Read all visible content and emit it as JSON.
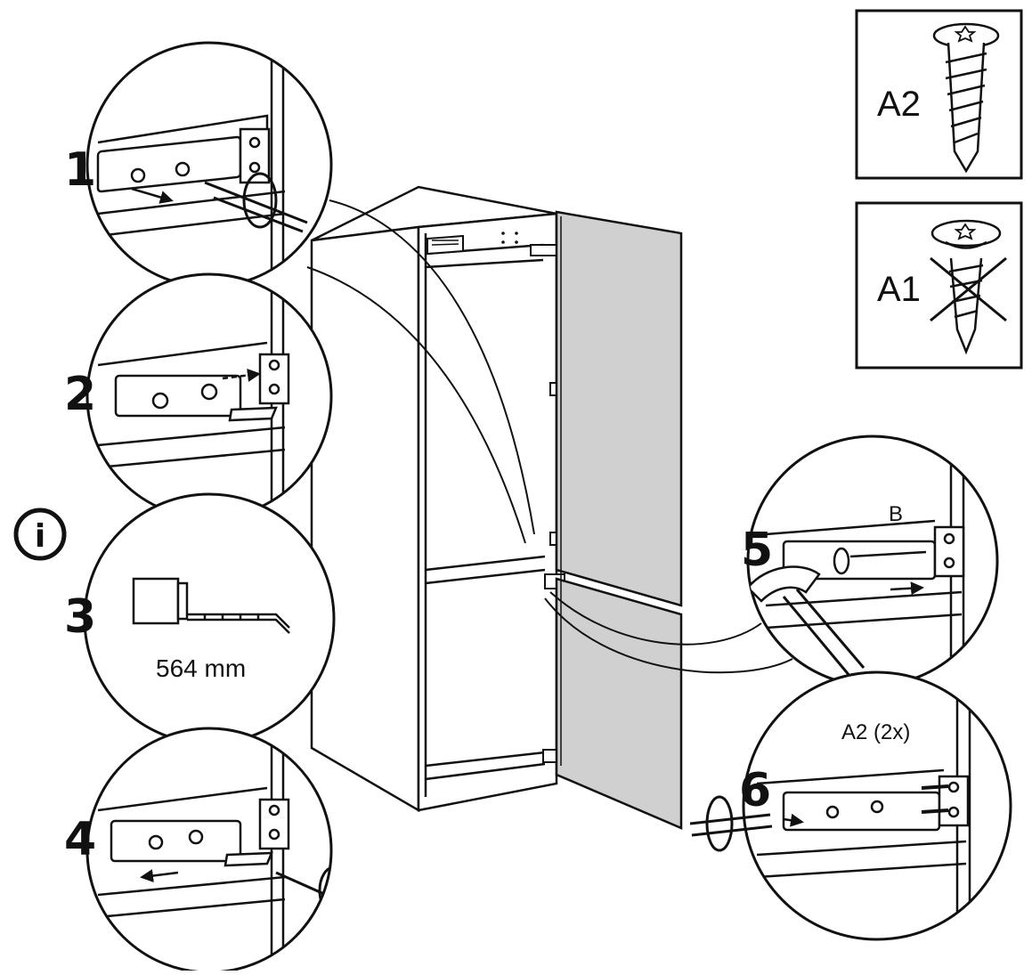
{
  "steps": [
    {
      "number": "1"
    },
    {
      "number": "2"
    },
    {
      "number": "3",
      "measurement": "564 mm"
    },
    {
      "number": "4"
    },
    {
      "number": "5",
      "part_label": "B"
    },
    {
      "number": "6",
      "part_label": "A2 (2x)"
    }
  ],
  "info_icon": {
    "glyph": "i"
  },
  "screws": {
    "correct": {
      "label": "A2"
    },
    "wrong": {
      "label": "A1"
    }
  },
  "colors": {
    "line": "#111111",
    "door": "#d0d0d0",
    "background": "#ffffff"
  }
}
